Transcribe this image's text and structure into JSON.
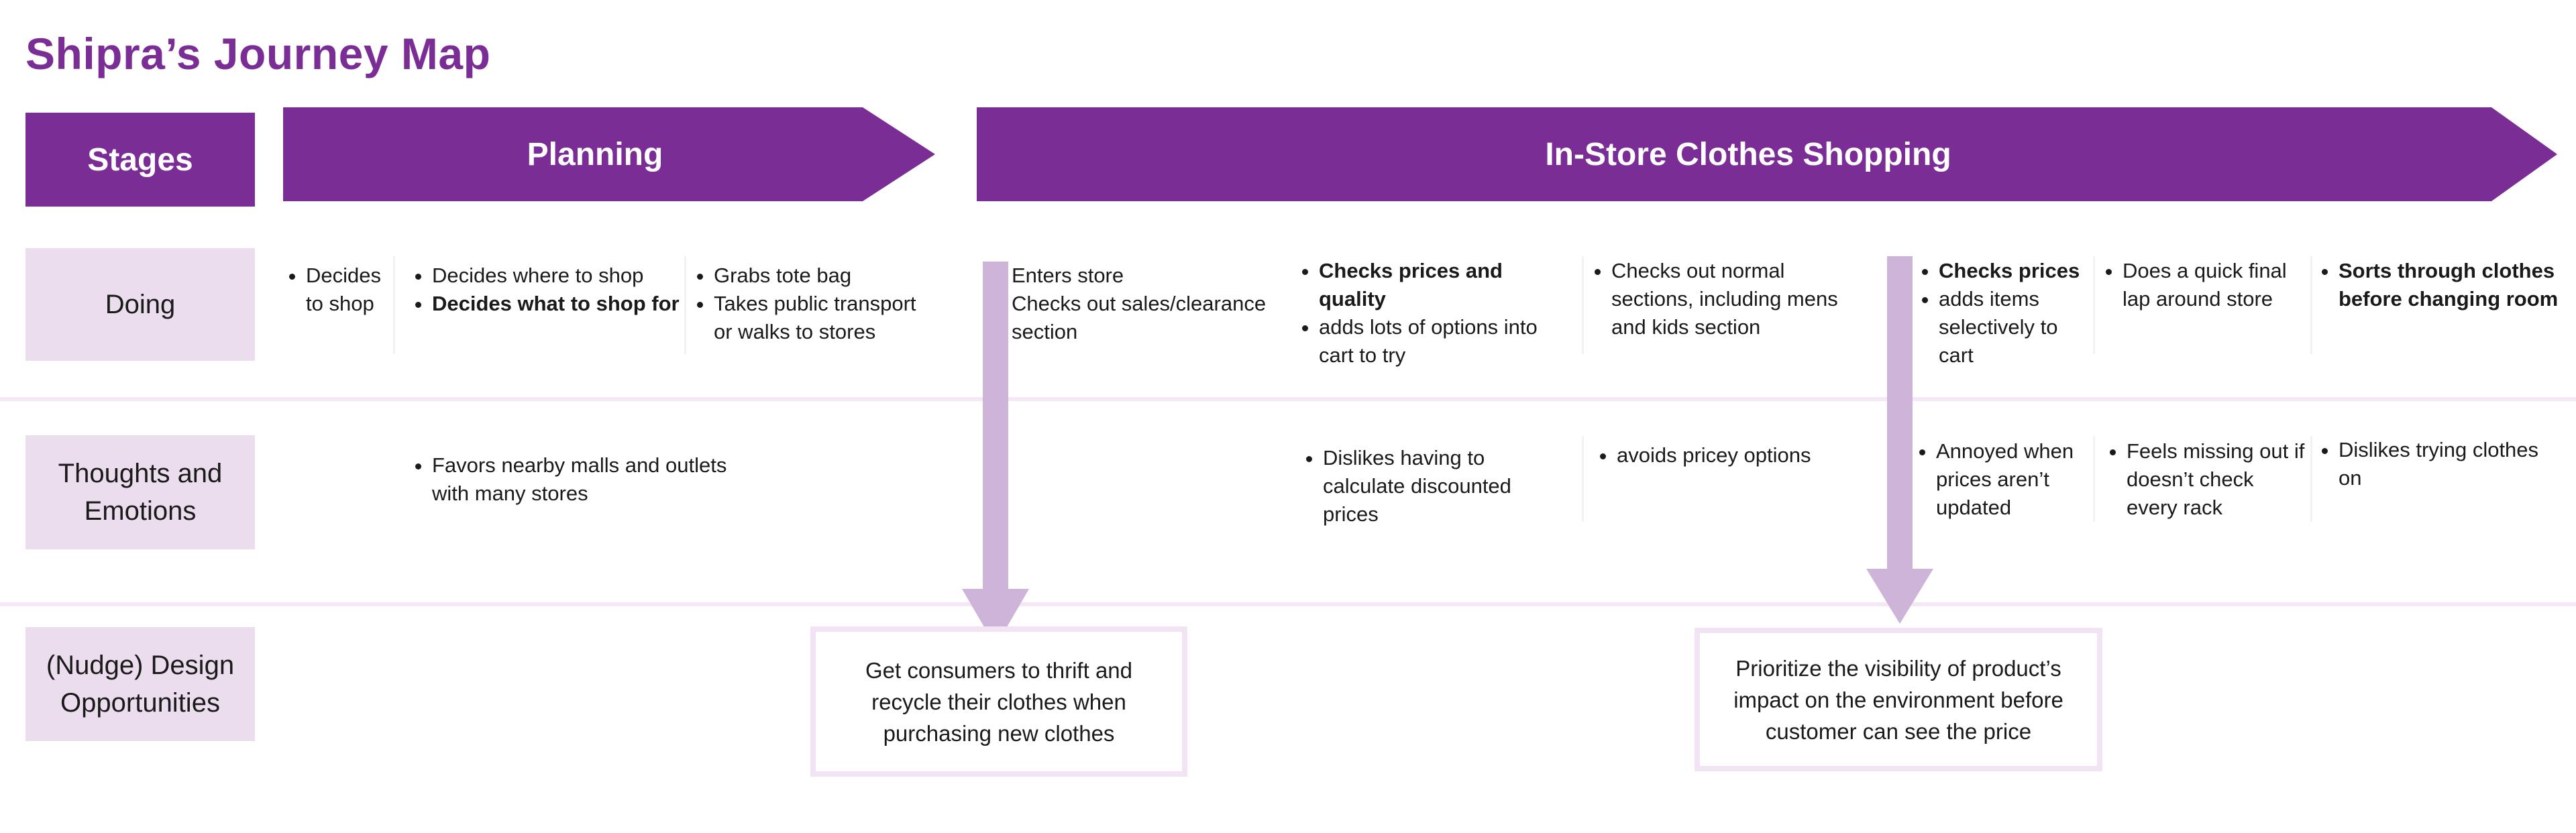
{
  "title": "Shipra’s Journey Map",
  "colors": {
    "primary": "#7b2d96",
    "label_bg": "#ebdcee",
    "arrow": "#cfb4da",
    "separator": "#f4e8f6"
  },
  "stages_label": "Stages",
  "stages": [
    {
      "label": "Planning"
    },
    {
      "label": "In-Store Clothes Shopping"
    }
  ],
  "rows": {
    "doing": "Doing",
    "thoughts": "Thoughts and Emotions",
    "opportunities": "(Nudge) Design Opportunities"
  },
  "doing": {
    "c1": {
      "items": [
        "Decides to shop"
      ]
    },
    "c2": {
      "items": [
        "Decides where to shop",
        "Decides what to shop for"
      ]
    },
    "c3": {
      "items": [
        "Grabs tote bag",
        "Takes public transport or walks to stores"
      ]
    },
    "c4": {
      "lines": [
        "Enters store",
        "Checks out sales/clearance section"
      ]
    },
    "c5": {
      "items": [
        "Checks prices and quality",
        "adds lots of options into cart to try"
      ]
    },
    "c6": {
      "items": [
        "Checks out normal sections, including mens and kids section"
      ]
    },
    "c7": {
      "items": [
        "Checks prices",
        "adds items selectively to cart"
      ]
    },
    "c8": {
      "items": [
        "Does a quick final lap around store"
      ]
    },
    "c9": {
      "items": [
        "Sorts through clothes before changing room"
      ]
    }
  },
  "thoughts": {
    "t1": "Favors nearby malls and outlets with many stores",
    "t2": "Dislikes having to calculate discounted prices",
    "t3": "avoids pricey options",
    "t4": "Annoyed when prices aren’t updated",
    "t5": "Feels missing out if doesn’t check every rack",
    "t6": "Dislikes trying clothes on"
  },
  "opportunities": {
    "o1": "Get consumers to thrift and recycle their clothes when purchasing new clothes",
    "o2": "Prioritize the visibility of product’s impact on the environment before customer can see the price"
  }
}
